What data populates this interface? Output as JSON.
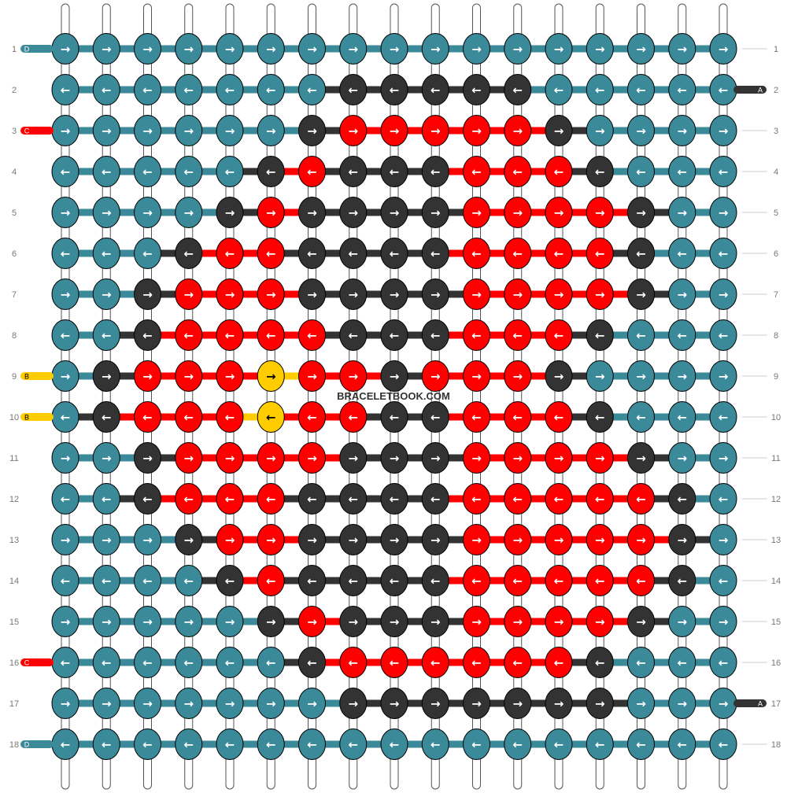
{
  "watermark": "BRACELETBOOK.COM",
  "colors": {
    "teal": "#3b8a99",
    "dark": "#333333",
    "red": "#ff0000",
    "yellow": "#ffcc00",
    "background": "#ffffff",
    "outline": "#000000",
    "arrow_light": "#ffffff"
  },
  "palette_order": [
    "teal",
    "dark",
    "red",
    "yellow"
  ],
  "strands_left": [
    {
      "row": 1,
      "letter": "D",
      "color": "teal"
    },
    {
      "row": 3,
      "letter": "C",
      "color": "red"
    },
    {
      "row": 9,
      "letter": "B",
      "color": "yellow"
    },
    {
      "row": 10,
      "letter": "B",
      "color": "yellow"
    },
    {
      "row": 16,
      "letter": "C",
      "color": "red"
    },
    {
      "row": 18,
      "letter": "D",
      "color": "teal"
    }
  ],
  "strands_right": [
    {
      "row": 2,
      "letter": "A",
      "color": "dark"
    },
    {
      "row": 17,
      "letter": "A",
      "color": "dark"
    }
  ],
  "rows": [
    {
      "label": "1",
      "direction": "right",
      "knots": "TTTTTTTTTTTTTTTTT"
    },
    {
      "label": "2",
      "direction": "left",
      "knots": "TTTTTTTDDDDDTTTTT"
    },
    {
      "label": "3",
      "direction": "right",
      "knots": "TTTTTTDRRRRRDTTTT"
    },
    {
      "label": "4",
      "direction": "left",
      "knots": "TTTTTDRDDDRRRDTTT"
    },
    {
      "label": "5",
      "direction": "right",
      "knots": "TTTTDRDDDDRRRRDTT"
    },
    {
      "label": "6",
      "direction": "left",
      "knots": "TTTDRRDDDDRRRRDTT"
    },
    {
      "label": "7",
      "direction": "right",
      "knots": "TTDRRRDDDDRRRRDTT"
    },
    {
      "label": "8",
      "direction": "left",
      "knots": "TTDRRRRDDDRRRDTTT"
    },
    {
      "label": "9",
      "direction": "right",
      "knots": "TDRRRYRRDRRRDTTTT"
    },
    {
      "label": "10",
      "direction": "left",
      "knots": "TDRRRYRRDDRRRDTTT"
    },
    {
      "label": "11",
      "direction": "right",
      "knots": "TTDRRRRDDDRRRRDTT"
    },
    {
      "label": "12",
      "direction": "left",
      "knots": "TTDRRRDDDDRRRRRDT"
    },
    {
      "label": "13",
      "direction": "right",
      "knots": "TTTDRRDDDDRRRRRDT"
    },
    {
      "label": "14",
      "direction": "left",
      "knots": "TTTTDRDDDDRRRRRDT"
    },
    {
      "label": "15",
      "direction": "right",
      "knots": "TTTTTDRDDDRRRRDTT"
    },
    {
      "label": "16",
      "direction": "left",
      "knots": "TTTTTTDRRRRRRDTTT"
    },
    {
      "label": "17",
      "direction": "right",
      "knots": "TTTTTTTDDDDDDDTTT"
    },
    {
      "label": "18",
      "direction": "left",
      "knots": "TTTTTTTTTTTTTTTTT"
    }
  ],
  "arrow_glyphs": {
    "right": "→",
    "left": "←"
  }
}
